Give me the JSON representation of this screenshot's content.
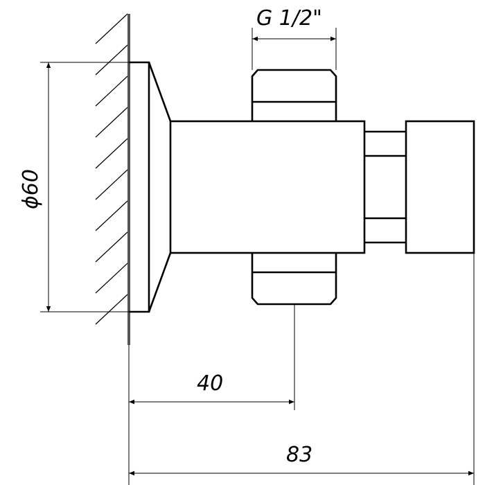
{
  "drawing": {
    "dimensions": {
      "thread": "G 1/2\"",
      "diameter": "ϕ60",
      "axis_distance": "40",
      "total_length": "83"
    }
  }
}
